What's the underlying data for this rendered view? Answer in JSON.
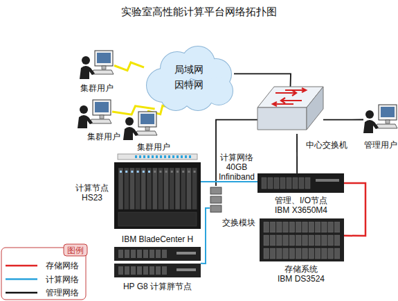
{
  "diagram": {
    "title": "实验室高性能计算平台网络拓扑图",
    "nodes": [
      {
        "text": [
          "局域网 因特网"
        ]
      },
      {
        "text": [
          "集群用户"
        ]
      },
      {
        "text": [
          "集群用户"
        ]
      },
      {
        "text": [
          "集群用户"
        ]
      },
      {
        "text": [
          "中心交换机"
        ]
      },
      {
        "text": [
          "管理用户"
        ]
      },
      {
        "text": [
          "计算节点 HS23",
          "IBM BladeCenter H"
        ]
      },
      {
        "text": [
          "交换模块"
        ]
      },
      {
        "text": [
          "管理、I/O节点 IBM X3650M4"
        ]
      },
      {
        "text": [
          "存储系统 IBM DS3524"
        ]
      },
      {
        "text": [
          "HP G8 计算胖节点"
        ]
      }
    ],
    "edges": [
      {
        "from": 1,
        "to": 0,
        "arrow": "none"
      },
      {
        "from": 2,
        "to": 0,
        "arrow": "none"
      },
      {
        "from": 3,
        "to": 0,
        "arrow": "none"
      },
      {
        "from": 0,
        "to": 4,
        "arrow": "none"
      },
      {
        "from": 4,
        "to": 5,
        "arrow": "none"
      },
      {
        "from": 4,
        "to": 7,
        "arrow": "none"
      },
      {
        "from": 4,
        "to": 8,
        "arrow": "none"
      },
      {
        "from": 6,
        "to": 8,
        "label": "计算网络 40GB Infiniband",
        "arrow": "none"
      },
      {
        "from": 7,
        "to": 10,
        "arrow": "none"
      },
      {
        "from": 8,
        "to": 9,
        "arrow": "none"
      }
    ],
    "labels": [
      "图例"
    ],
    "legend": [
      {
        "text": "存储网络"
      },
      {
        "text": "计算网络"
      },
      {
        "text": "管理网络"
      }
    ]
  }
}
